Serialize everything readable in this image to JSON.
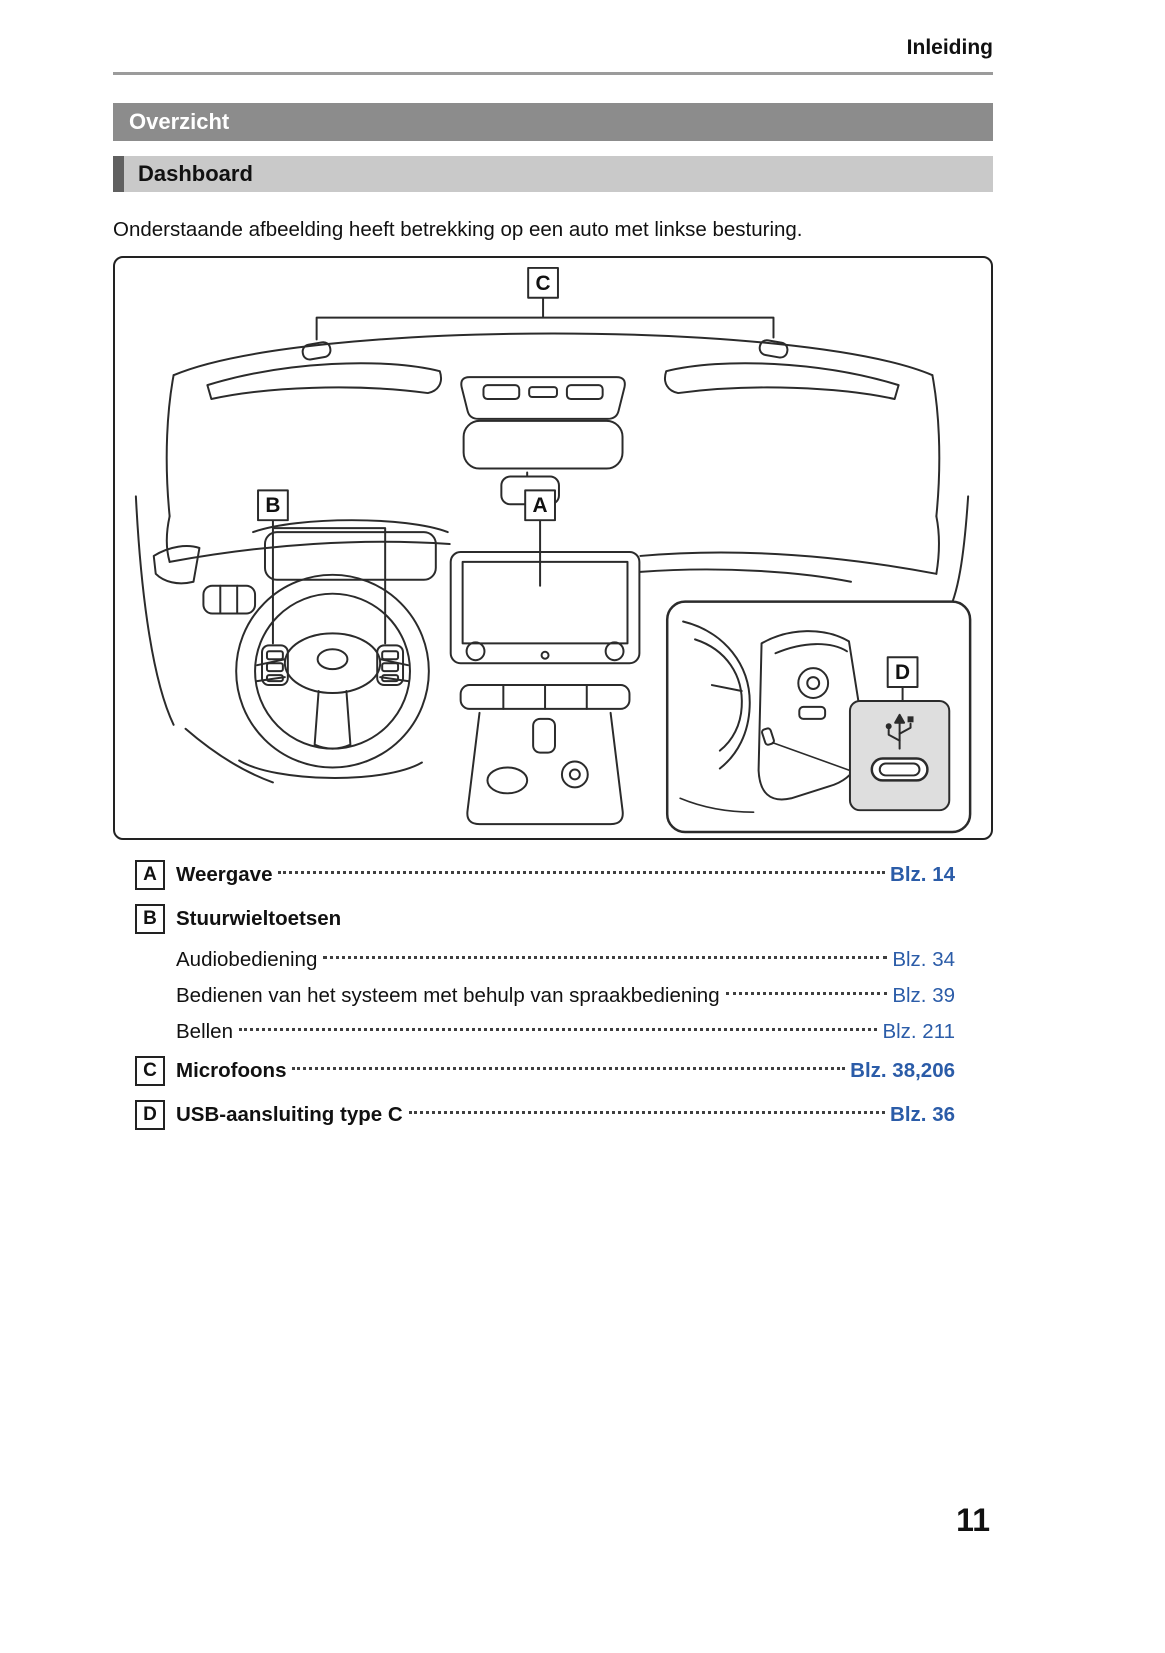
{
  "header": {
    "chapter": "Inleiding"
  },
  "banners": {
    "section": "Overzicht",
    "subsection": "Dashboard"
  },
  "intro_text": "Onderstaande afbeelding heeft betrekking op een auto met linkse besturing.",
  "diagram": {
    "callout_a": "A",
    "callout_b": "B",
    "callout_c": "C",
    "callout_d": "D"
  },
  "legend": {
    "items": [
      {
        "marker": "A",
        "label": "Weergave",
        "page": "Blz. 14"
      },
      {
        "marker": "B",
        "label": "Stuurwieltoetsen",
        "page": ""
      },
      {
        "marker": "C",
        "label": "Microfoons",
        "page": "Blz. 38,206"
      },
      {
        "marker": "D",
        "label": "USB-aansluiting type C",
        "page": "Blz. 36"
      }
    ],
    "stuurwiel_sub_items": [
      {
        "label": "Audiobediening",
        "page": "Blz. 34"
      },
      {
        "label": "Bedienen van het systeem met behulp van spraakbediening",
        "page": "Blz. 39"
      },
      {
        "label": "Bellen",
        "page": "Blz. 211"
      }
    ]
  },
  "page_number": "11",
  "colors": {
    "link_blue": "#2b5ca8",
    "banner_gray": "#8c8c8c",
    "banner_light_gray": "#c9c9c9",
    "banner_accent": "#606060",
    "line_stroke": "#2b2b2b"
  }
}
